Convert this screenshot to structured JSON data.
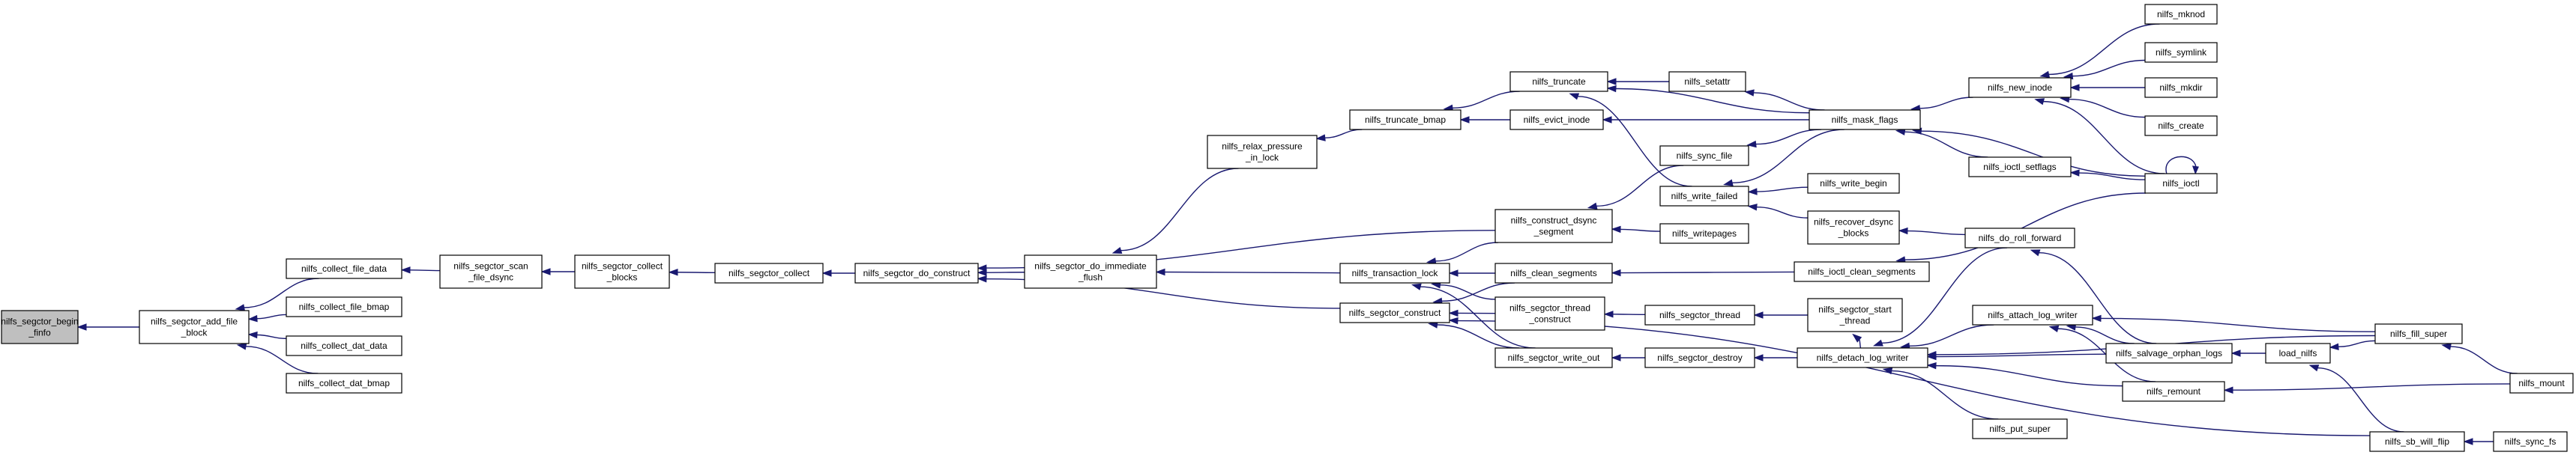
{
  "graph": {
    "nodes": [
      {
        "id": "n1",
        "lines": [
          "nilfs_segctor_begin",
          "_finfo"
        ],
        "root": true
      },
      {
        "id": "n2",
        "lines": [
          "nilfs_segctor_add_file",
          "_block"
        ]
      },
      {
        "id": "n3",
        "lines": [
          "nilfs_collect_file_data"
        ]
      },
      {
        "id": "n4",
        "lines": [
          "nilfs_collect_file_bmap"
        ]
      },
      {
        "id": "n5",
        "lines": [
          "nilfs_collect_dat_data"
        ]
      },
      {
        "id": "n6",
        "lines": [
          "nilfs_collect_dat_bmap"
        ]
      },
      {
        "id": "n7",
        "lines": [
          "nilfs_segctor_scan",
          "_file_dsync"
        ]
      },
      {
        "id": "n8",
        "lines": [
          "nilfs_segctor_collect",
          "_blocks"
        ]
      },
      {
        "id": "n9",
        "lines": [
          "nilfs_segctor_collect"
        ]
      },
      {
        "id": "n10",
        "lines": [
          "nilfs_segctor_do_construct"
        ]
      },
      {
        "id": "n11",
        "lines": [
          "nilfs_segctor_do_immediate",
          "_flush"
        ]
      },
      {
        "id": "n12",
        "lines": [
          "nilfs_relax_pressure",
          "_in_lock"
        ]
      },
      {
        "id": "n13",
        "lines": [
          "nilfs_transaction_lock"
        ]
      },
      {
        "id": "n14",
        "lines": [
          "nilfs_segctor_construct"
        ]
      },
      {
        "id": "n15",
        "lines": [
          "nilfs_truncate_bmap"
        ]
      },
      {
        "id": "n16",
        "lines": [
          "nilfs_truncate"
        ]
      },
      {
        "id": "n17",
        "lines": [
          "nilfs_evict_inode"
        ]
      },
      {
        "id": "n18",
        "lines": [
          "nilfs_setattr"
        ]
      },
      {
        "id": "n19",
        "lines": [
          "nilfs_sync_file"
        ]
      },
      {
        "id": "n20",
        "lines": [
          "nilfs_write_failed"
        ]
      },
      {
        "id": "n21",
        "lines": [
          "nilfs_construct_dsync",
          "_segment"
        ]
      },
      {
        "id": "n22",
        "lines": [
          "nilfs_writepages"
        ]
      },
      {
        "id": "n23",
        "lines": [
          "nilfs_clean_segments"
        ]
      },
      {
        "id": "n24",
        "lines": [
          "nilfs_segctor_thread",
          "_construct"
        ]
      },
      {
        "id": "n25",
        "lines": [
          "nilfs_segctor_write_out"
        ]
      },
      {
        "id": "n26",
        "lines": [
          "nilfs_segctor_thread"
        ]
      },
      {
        "id": "n27",
        "lines": [
          "nilfs_segctor_destroy"
        ]
      },
      {
        "id": "n28",
        "lines": [
          "nilfs_mask_flags"
        ]
      },
      {
        "id": "n29",
        "lines": [
          "nilfs_write_begin"
        ]
      },
      {
        "id": "n30",
        "lines": [
          "nilfs_recover_dsync",
          "_blocks"
        ]
      },
      {
        "id": "n31",
        "lines": [
          "nilfs_ioctl_clean_segments"
        ]
      },
      {
        "id": "n32",
        "lines": [
          "nilfs_segctor_start",
          "_thread"
        ]
      },
      {
        "id": "n33",
        "lines": [
          "nilfs_detach_log_writer"
        ]
      },
      {
        "id": "n34",
        "lines": [
          "nilfs_new_inode"
        ]
      },
      {
        "id": "n35",
        "lines": [
          "nilfs_ioctl_setflags"
        ]
      },
      {
        "id": "n36",
        "lines": [
          "nilfs_do_roll_forward"
        ]
      },
      {
        "id": "n37",
        "lines": [
          "nilfs_attach_log_writer"
        ]
      },
      {
        "id": "n38",
        "lines": [
          "nilfs_salvage_orphan_logs"
        ]
      },
      {
        "id": "n39",
        "lines": [
          "nilfs_remount"
        ]
      },
      {
        "id": "n40",
        "lines": [
          "nilfs_put_super"
        ]
      },
      {
        "id": "n41",
        "lines": [
          "nilfs_mknod"
        ]
      },
      {
        "id": "n42",
        "lines": [
          "nilfs_symlink"
        ]
      },
      {
        "id": "n43",
        "lines": [
          "nilfs_mkdir"
        ]
      },
      {
        "id": "n44",
        "lines": [
          "nilfs_create"
        ]
      },
      {
        "id": "n45",
        "lines": [
          "nilfs_ioctl"
        ]
      },
      {
        "id": "n46",
        "lines": [
          "load_nilfs"
        ]
      },
      {
        "id": "n47",
        "lines": [
          "nilfs_fill_super"
        ]
      },
      {
        "id": "n48",
        "lines": [
          "nilfs_sb_will_flip"
        ]
      },
      {
        "id": "n49",
        "lines": [
          "nilfs_mount"
        ]
      },
      {
        "id": "n50",
        "lines": [
          "nilfs_sync_fs"
        ]
      }
    ],
    "edges": [
      {
        "from": "n2",
        "to": "n1"
      },
      {
        "from": "n3",
        "to": "n2"
      },
      {
        "from": "n4",
        "to": "n2"
      },
      {
        "from": "n5",
        "to": "n2"
      },
      {
        "from": "n6",
        "to": "n2"
      },
      {
        "from": "n7",
        "to": "n3"
      },
      {
        "from": "n8",
        "to": "n7"
      },
      {
        "from": "n9",
        "to": "n8"
      },
      {
        "from": "n10",
        "to": "n9"
      },
      {
        "from": "n11",
        "to": "n10"
      },
      {
        "from": "n21",
        "to": "n10"
      },
      {
        "from": "n14",
        "to": "n10"
      },
      {
        "from": "n12",
        "to": "n11"
      },
      {
        "from": "n13",
        "to": "n11"
      },
      {
        "from": "n15",
        "to": "n12"
      },
      {
        "from": "n16",
        "to": "n15"
      },
      {
        "from": "n17",
        "to": "n15"
      },
      {
        "from": "n18",
        "to": "n16"
      },
      {
        "from": "n28",
        "to": "n16"
      },
      {
        "from": "n20",
        "to": "n16"
      },
      {
        "from": "n28",
        "to": "n18"
      },
      {
        "from": "n28",
        "to": "n17"
      },
      {
        "from": "n28",
        "to": "n19"
      },
      {
        "from": "n19",
        "to": "n21"
      },
      {
        "from": "n28",
        "to": "n20"
      },
      {
        "from": "n29",
        "to": "n20"
      },
      {
        "from": "n30",
        "to": "n20"
      },
      {
        "from": "n36",
        "to": "n30"
      },
      {
        "from": "n22",
        "to": "n21"
      },
      {
        "from": "n21",
        "to": "n13"
      },
      {
        "from": "n23",
        "to": "n13"
      },
      {
        "from": "n24",
        "to": "n13"
      },
      {
        "from": "n25",
        "to": "n13"
      },
      {
        "from": "n31",
        "to": "n23"
      },
      {
        "from": "n45",
        "to": "n31"
      },
      {
        "from": "n26",
        "to": "n24"
      },
      {
        "from": "n32",
        "to": "n26"
      },
      {
        "from": "n33",
        "to": "n32"
      },
      {
        "from": "n27",
        "to": "n25"
      },
      {
        "from": "n33",
        "to": "n27"
      },
      {
        "from": "n23",
        "to": "n14"
      },
      {
        "from": "n24",
        "to": "n14"
      },
      {
        "from": "n25",
        "to": "n14"
      },
      {
        "from": "n48",
        "to": "n14"
      },
      {
        "from": "n34",
        "to": "n28"
      },
      {
        "from": "n35",
        "to": "n28"
      },
      {
        "from": "n45",
        "to": "n28"
      },
      {
        "from": "n41",
        "to": "n34"
      },
      {
        "from": "n42",
        "to": "n34"
      },
      {
        "from": "n43",
        "to": "n34"
      },
      {
        "from": "n44",
        "to": "n34"
      },
      {
        "from": "n45",
        "to": "n34"
      },
      {
        "from": "n45",
        "to": "n35"
      },
      {
        "from": "n45",
        "to": "n45"
      },
      {
        "from": "n36",
        "to": "n33"
      },
      {
        "from": "n37",
        "to": "n33"
      },
      {
        "from": "n38",
        "to": "n33"
      },
      {
        "from": "n39",
        "to": "n33"
      },
      {
        "from": "n40",
        "to": "n33"
      },
      {
        "from": "n47",
        "to": "n33"
      },
      {
        "from": "n38",
        "to": "n36"
      },
      {
        "from": "n38",
        "to": "n37"
      },
      {
        "from": "n39",
        "to": "n37"
      },
      {
        "from": "n47",
        "to": "n37"
      },
      {
        "from": "n46",
        "to": "n38"
      },
      {
        "from": "n49",
        "to": "n39"
      },
      {
        "from": "n47",
        "to": "n46"
      },
      {
        "from": "n48",
        "to": "n46"
      },
      {
        "from": "n49",
        "to": "n47"
      },
      {
        "from": "n50",
        "to": "n48"
      }
    ]
  }
}
